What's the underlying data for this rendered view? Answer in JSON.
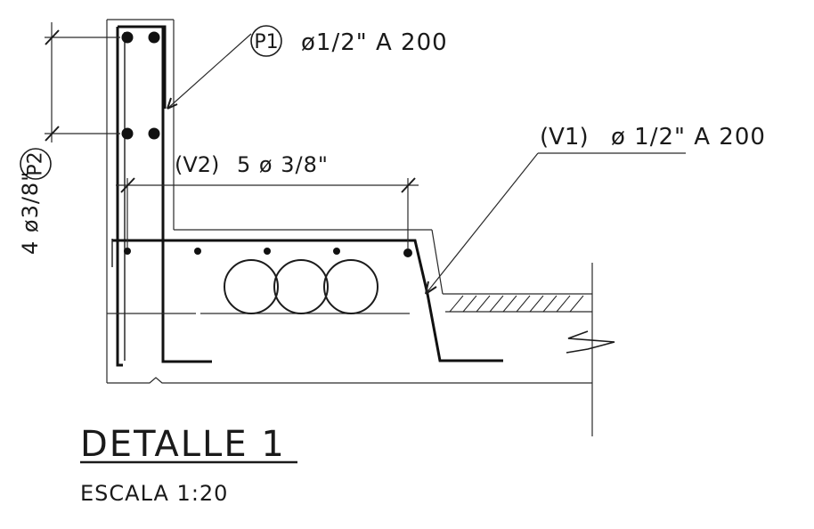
{
  "labels": {
    "p1_tag": "P1",
    "p1_spec": "ø1/2\" A 200",
    "p2_tag": "P2",
    "p2_spec": "4 ø3/8\"",
    "v1_tag": "(V1)",
    "v1_spec": "ø 1/2\" A 200",
    "v2_tag": "(V2)",
    "v2_spec": "5 ø 3/8\""
  },
  "title": {
    "heading": "DETALLE 1",
    "scale": "ESCALA 1:20"
  },
  "colors": {
    "ink": "#1b1b1b",
    "background": "#ffffff"
  }
}
